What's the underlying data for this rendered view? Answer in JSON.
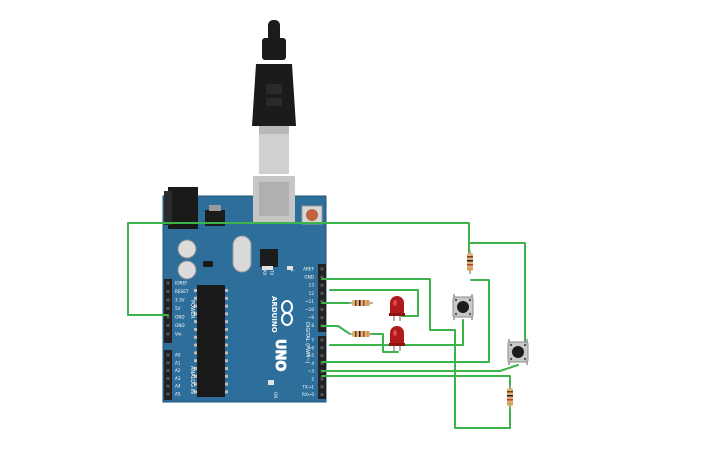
{
  "board": {
    "logo_text": "ARDUINO",
    "model": "UNO",
    "tx_label": "TX",
    "rx_label": "RX",
    "l_label": "L",
    "on_label": "ON",
    "power_title": "POWER",
    "analog_title": "ANALOG IN",
    "digital_title": "DIGITAL (PWM~)",
    "power_pins": [
      "IOREF",
      "RESET",
      "3.3V",
      "5V",
      "GND",
      "GND",
      "Vin"
    ],
    "analog_pins": [
      "A0",
      "A1",
      "A2",
      "A3",
      "A4",
      "A5"
    ],
    "digital_pins_top": [
      "AREF",
      "GND",
      "13",
      "12",
      "~11",
      "~10",
      "~9",
      "8"
    ],
    "digital_pins_bottom": [
      "7",
      "~6",
      "~5",
      "4",
      "~3",
      "2",
      "TX→1",
      "RX←0"
    ]
  },
  "colors": {
    "board": "#2d6e9a",
    "board_edge": "#1f5478",
    "header": "#222222",
    "wire": "#3cb44a",
    "led": "#b11a1a",
    "resistor": "#d8b07a",
    "usb_cable": "#1b1b1b",
    "usb_plug": "#c9c9c9"
  },
  "components": {
    "leds": 2,
    "resistors": 4,
    "pushbuttons": 2
  }
}
